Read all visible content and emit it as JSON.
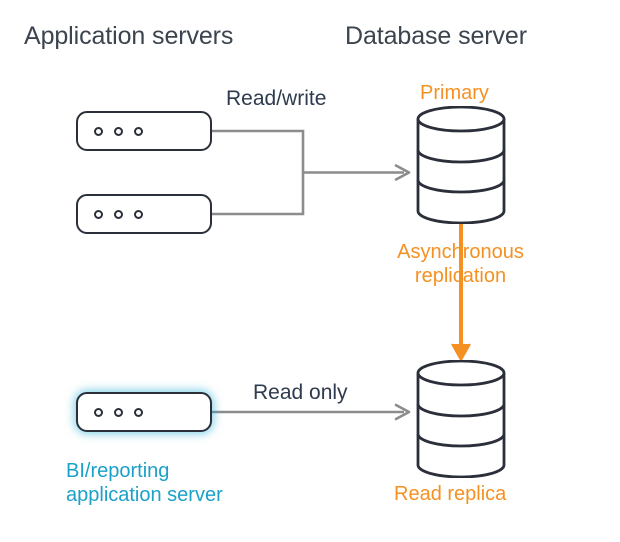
{
  "diagram": {
    "title_app_servers": "Application servers",
    "title_db_server": "Database server",
    "labels": {
      "read_write": "Read/write",
      "read_only": "Read only",
      "primary": "Primary",
      "async_replication_line1": "Asynchronous",
      "async_replication_line2": "replication",
      "read_replica": "Read replica",
      "bi_server_line1": "BI/reporting",
      "bi_server_line2": "application server"
    },
    "nodes": {
      "app_server_1": "application-server",
      "app_server_2": "application-server",
      "bi_server": "bi-reporting-application-server",
      "primary_db": "primary-database",
      "replica_db": "read-replica-database"
    },
    "colors": {
      "orange": "#f59122",
      "cyan": "#1ba0c8",
      "dark_navy": "#2a2f3a",
      "heading_gray": "#3b444f",
      "wire_gray": "#8c8c8c",
      "label_navy": "#2e3b4e"
    }
  }
}
